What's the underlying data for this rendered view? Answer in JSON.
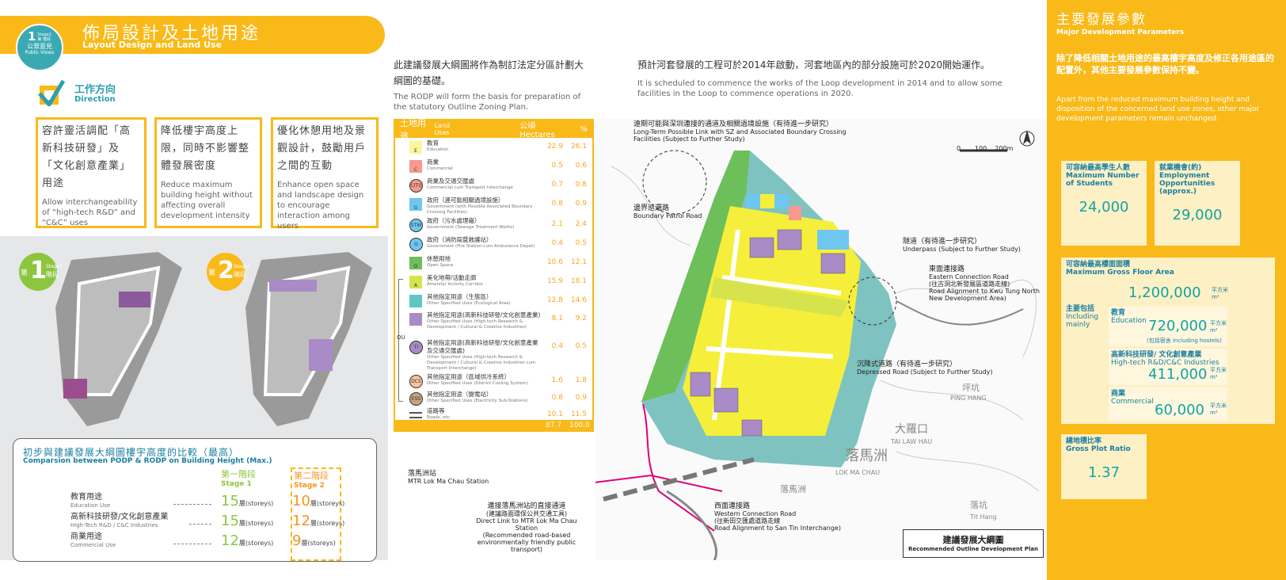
{
  "header": {
    "title_zh": "佈局設計及土地用途",
    "title_en": "Layout Design and Land Use",
    "badge": {
      "stage": "1",
      "stage_zh": "第 階段",
      "stage_en": "Stage1",
      "line1": "公眾意見",
      "line2": "Public Views"
    }
  },
  "direction": {
    "title_zh": "工作方向",
    "title_en": "Direction",
    "cards": [
      {
        "zh": "容許靈活調配「高新科技研發」及「文化創意產業」用途",
        "en": "Allow interchangeability of “high-tech R&D” and “C&C” uses"
      },
      {
        "zh": "降低樓宇高度上限，同時不影響整體發展密度",
        "en": "Reduce maximum building height without affecting overall development intensity"
      },
      {
        "zh": "優化休憩用地及景觀設計，鼓勵用戶之間的互動",
        "en": "Enhance open space and landscape design to encourage interaction among users"
      }
    ]
  },
  "stage_maps": [
    {
      "num": "1",
      "zh_pre": "第",
      "zh_post": "階段",
      "en": "Stage1"
    },
    {
      "num": "2",
      "zh_pre": "第",
      "zh_post": "階段",
      "en": "Stage2"
    }
  ],
  "comparison": {
    "title_zh": "初步與建議發展大綱圖樓宇高度的比較（最高）",
    "title_en": "Comparsion between PODP & RODP on Building Height (Max.)",
    "stage1_zh": "第一階段",
    "stage1_en": "Stage 1",
    "stage2_zh": "第二階段",
    "stage2_en": "Stage 2",
    "unit": "層(storeys)",
    "rows": [
      {
        "zh": "教育用途",
        "en": "Education Use",
        "s1": "15",
        "s2": "10"
      },
      {
        "zh": "高新科技研發/文化創意產業",
        "en": "High-Tech R&D / C&C Industries",
        "s1": "15",
        "s2": "12"
      },
      {
        "zh": "商業用途",
        "en": "Commercial Use",
        "s1": "12",
        "s2": "9"
      }
    ]
  },
  "mid_intro": {
    "zh": "此建議發展大綱圖將作為制訂法定分區計劃大綱圖的基礎。",
    "en": "The RODP will form the basis for preparation of the statutory Outline Zoning Plan."
  },
  "schedule": {
    "zh": "預計河套發展的工程可於2014年啟動，河套地區內的部分設施可於2020開始運作。",
    "en": "It is scheduled to commence the works of the Loop development in 2014 and to allow some facilities in the Loop to commence operations in 2020."
  },
  "land_use": {
    "head_zh": "土地用途",
    "head_en": "Land Uses",
    "head_ha": "公頃 Hectares",
    "head_pct": "%",
    "ou": "OU",
    "rows": [
      {
        "code": "E",
        "zh": "教育",
        "en": "Education",
        "ha": "22.9",
        "pct": "26.1",
        "color": "#fbf59b"
      },
      {
        "code": "C",
        "zh": "商業",
        "en": "Commercial",
        "ha": "0.5",
        "pct": "0.6",
        "color": "#f59a8c"
      },
      {
        "code": "C(TI)",
        "zh": "商業及交通交匯處",
        "en": "Commercial cum Transport Interchange",
        "ha": "0.7",
        "pct": "0.8",
        "color": "#f59a8c"
      },
      {
        "code": "G",
        "zh": "政府（連可能相關過境設施）",
        "en": "Government (with Possible Associated Boundary Crossing Facilities)",
        "ha": "0.8",
        "pct": "0.9",
        "color": "#6ec6f1"
      },
      {
        "code": "STW",
        "zh": "政府（污水處理廠）",
        "en": "Government (Sewage Treatment Works)",
        "ha": "2.1",
        "pct": "2.4",
        "color": "#6ec6f1"
      },
      {
        "code": "G",
        "zh": "政府（消防局暨救護站）",
        "en": "Government (Fire Station-cum-Ambulance Depot)",
        "ha": "0.4",
        "pct": "0.5",
        "color": "#6ec6f1"
      },
      {
        "code": "O",
        "zh": "休憩用地",
        "en": "Open Space",
        "ha": "10.6",
        "pct": "12.1",
        "color": "#6dbf5a"
      },
      {
        "code": "A",
        "zh": "美化地帶/活動走廊",
        "en": "Amenity/ Activity Corridor",
        "ha": "15.9",
        "pct": "18.1",
        "color": "#d7e34c"
      },
      {
        "code": "",
        "zh": "其他指定用途（生態區）",
        "en": "Other Specified Uses (Ecological Area)",
        "ha": "12.8",
        "pct": "14.6",
        "color": "#5ec7c2"
      },
      {
        "code": "",
        "zh": "其他指定用途(高新科技研發/文化創意產業)",
        "en": "Other Specified Uses (High-tech Research & Development / Cultural & Creative Industries)",
        "ha": "8.1",
        "pct": "9.2",
        "color": "#a98bc7"
      },
      {
        "code": "TI",
        "zh": "其他指定用途(高新科技研發/文化創意產業及交通交匯處)",
        "en": "Other Specified Uses (High-tech Research & Development / Cultural & Creative Industries cum Transport Interchange)",
        "ha": "0.4",
        "pct": "0.5",
        "color": "#a98bc7"
      },
      {
        "code": "DCS",
        "zh": "其他指定用途（區域供冷系統）",
        "en": "Other Specified Uses (District Cooling System)",
        "ha": "1.6",
        "pct": "1.8",
        "color": "#f8c39a"
      },
      {
        "code": "ESS",
        "zh": "其他指定用途（變電站）",
        "en": "Other Specified Uses (Electricity Sub-Stations)",
        "ha": "0.8",
        "pct": "0.9",
        "color": "#c9a27e"
      },
      {
        "code": "",
        "zh": "道路等",
        "en": "Roads, etc.",
        "ha": "10.1",
        "pct": "11.5",
        "color": "#555555"
      }
    ],
    "total_ha": "87.7",
    "total_pct": "100.0"
  },
  "map": {
    "title_zh": "建議發展大綱圖",
    "title_en": "Recommended Outline Development Plan",
    "scale": [
      "0",
      "100",
      "200m"
    ],
    "labels": [
      {
        "zh": "遠期可能與深圳連接的通道及相關過境設施（有待進一步研究）",
        "en": "Long-Term Possible Link with SZ and Associated Boundary Crossing Facilities (Subject to Further Study)"
      },
      {
        "zh": "邊界巡邏路",
        "en": "Boundary Patrol Road"
      },
      {
        "zh": "隧道（有待進一步研究）",
        "en": "Underpass (Subject to Further Study)"
      },
      {
        "zh": "東面連接路",
        "en": "Eastern Connection Road",
        "note_zh": "(往古洞北新發展區道路走線)",
        "note_en": "Road Alignment to Kwu Tung North New Development Area)"
      },
      {
        "zh": "沉降式道路（有待進一步研究）",
        "en": "Depressed Road (Subject to Further Study)"
      },
      {
        "zh": "落馬洲站",
        "en": "MTR Lok Ma Chau Station"
      },
      {
        "zh": "連接落馬洲站的直接通道",
        "note_zh": "(建議路面環保公共交通工具)",
        "en": "Direct Link to MTR Lok Ma Chau Station",
        "note_en": "(Recommended road-based environmentally friendly public transport)"
      },
      {
        "zh": "西面連接路",
        "en": "Western Connection Road",
        "note_zh": "(往新田交匯處道路走線",
        "note_en": "Road Alignment to San Tin Interchange)"
      }
    ],
    "places": [
      "大羅口",
      "TAI LAW HAU",
      "落馬洲",
      "LOK MA CHAU",
      "坪坑",
      "PING HANG",
      "落馬洲",
      "落坑",
      "Tit Hang"
    ]
  },
  "params": {
    "title_zh": "主要發展參數",
    "title_en": "Major Development Parameters",
    "intro_zh": "除了降低相關土地用途的最高樓宇高度及修正各用途區的配置外，其他主要發展參數保持不變。",
    "intro_en": "Apart from the reduced maximum building height and disposition of the concerned land use zones, other major development parameters remain unchanged.",
    "students": {
      "zh": "可容納最高學生人數",
      "en": "Maximum Number of Students",
      "value": "24,000"
    },
    "jobs": {
      "zh": "就業機會(約)",
      "en": "Employment Opportunities (approx.)",
      "value": "29,000"
    },
    "gfa": {
      "zh": "可容納最高樓面面積",
      "en": "Maximum Gross Floor Area",
      "value": "1,200,000",
      "unit_zh": "平方米",
      "unit_en": "m²",
      "incl_zh": "主要包括",
      "incl_en": "Including mainly",
      "items": [
        {
          "zh": "教育",
          "en": "Education",
          "value": "720,000",
          "note": "(包括宿舍 including hostels)"
        },
        {
          "zh": "高新科技研發/ 文化創意產業",
          "en": "High-tech R&D/C&C Industries",
          "value": "411,000"
        },
        {
          "zh": "商業",
          "en": "Commercial",
          "value": "60,000"
        }
      ]
    },
    "plot": {
      "zh": "總地積比率",
      "en": "Gross Plot Ratio",
      "value": "1.37"
    }
  },
  "colors": {
    "accent": "#f9b918",
    "teal": "#12a3a6"
  }
}
